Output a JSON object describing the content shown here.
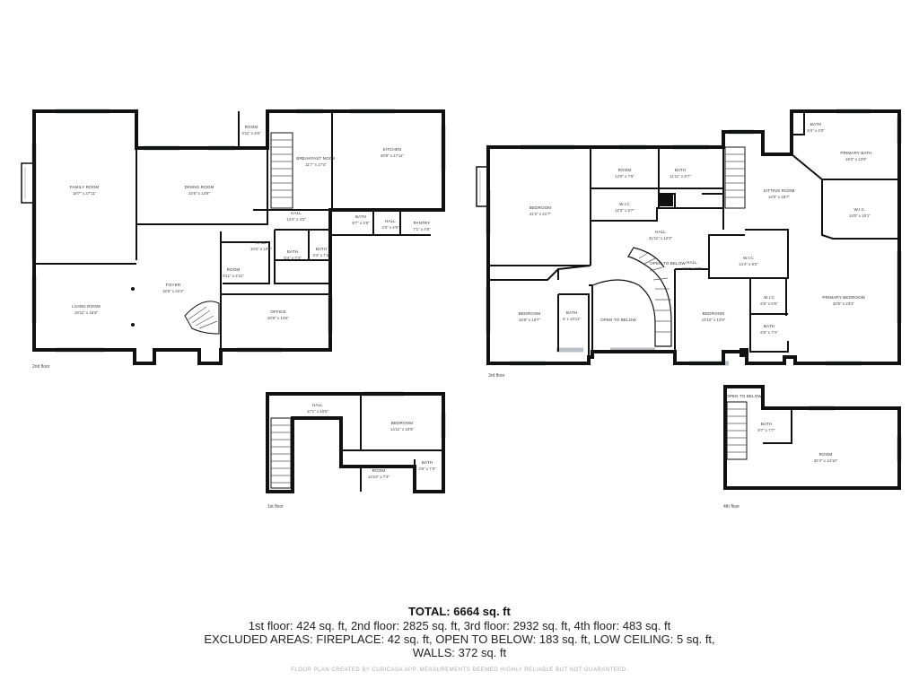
{
  "floors": {
    "f2": {
      "label": "2nd floor",
      "rooms": [
        {
          "name": "FAMILY ROOM",
          "dims": "18'7\" x 27'11\""
        },
        {
          "name": "DINING ROOM",
          "dims": "24'6\" x 14'8\""
        },
        {
          "name": "ROOM",
          "dims": "4'11\" x 6'6\""
        },
        {
          "name": "BREAKFAST NOOK",
          "dims": "11'7\" x 17'4\""
        },
        {
          "name": "KITCHEN",
          "dims": "20'9\" x 17'11\""
        },
        {
          "name": "HALL",
          "dims": "14'4\" x 4'2\""
        },
        {
          "name": "BATH",
          "dims": "8'7\" x 4'6\""
        },
        {
          "name": "HALL",
          "dims": "4'3\" x 4'6\""
        },
        {
          "name": "PANTRY",
          "dims": "7'1\" x 4'6\""
        },
        {
          "name": "HALL",
          "dims": "10'4\" x 10'0\""
        },
        {
          "name": "BATH",
          "dims": "6'4\" x 7'4\""
        },
        {
          "name": "BATH",
          "dims": "3'4\" x 7'4\""
        },
        {
          "name": "ROOM",
          "dims": "5'11\" x 4'11\""
        },
        {
          "name": "FOYER",
          "dims": "15'5\" x 22'2\""
        },
        {
          "name": "LIVING ROOM",
          "dims": "18'11\" x 15'8\""
        },
        {
          "name": "OFFICE",
          "dims": "20'8\" x 14'6\""
        }
      ]
    },
    "f3": {
      "label": "3rd floor",
      "rooms": [
        {
          "name": "BEDROOM",
          "dims": "21'2\" x 21'7\""
        },
        {
          "name": "ROOM",
          "dims": "12'0\" x 7'6\""
        },
        {
          "name": "BATH",
          "dims": "11'11\" x 8'7\""
        },
        {
          "name": "W.I.C",
          "dims": "12'3\" x 5'7\""
        },
        {
          "name": "BATH",
          "dims": "5'4\" x 4'0\""
        },
        {
          "name": "PRIMARY BATH",
          "dims": "19'3\" x 12'6\""
        },
        {
          "name": "SITTING ROOM",
          "dims": "14'0\" x 18'7\""
        },
        {
          "name": "W.I.C.",
          "dims": "14'0\" x 10'1\""
        },
        {
          "name": "HALL",
          "dims": "31'11\" x 12'3\""
        },
        {
          "name": "OPEN TO BELOW",
          "dims": ""
        },
        {
          "name": "W.I.C",
          "dims": "14'4\" x 8'2\""
        },
        {
          "name": "HALL",
          "dims": "5'11\" x 6'8\""
        },
        {
          "name": "BEDROOM",
          "dims": "16'8\" x 16'7\""
        },
        {
          "name": "BATH",
          "dims": "6' x 10'11\""
        },
        {
          "name": "OPEN TO BELOW",
          "dims": ""
        },
        {
          "name": "BEDROOM",
          "dims": "13'10\" x 12'9\""
        },
        {
          "name": "W.I.C",
          "dims": "6'5\" x 6'5\""
        },
        {
          "name": "BATH",
          "dims": "6'5\" x 7'4\""
        },
        {
          "name": "PRIMARY BEDROOM",
          "dims": "20'5\" x 23'4\""
        }
      ]
    },
    "f1": {
      "label": "1st floor",
      "rooms": [
        {
          "name": "HALL",
          "dims": "17'1\" x 10'5\""
        },
        {
          "name": "BEDROOM",
          "dims": "14'11\" x 10'5\""
        },
        {
          "name": "ROOM",
          "dims": "13'10\" x 7'3\""
        },
        {
          "name": "BATH",
          "dims": "4'8\" x 7'3\""
        }
      ]
    },
    "f4": {
      "label": "4th floor",
      "rooms": [
        {
          "name": "OPEN TO BELOW",
          "dims": ""
        },
        {
          "name": "BATH",
          "dims": "8'7\" x 7'7\""
        },
        {
          "name": "ROOM",
          "dims": "32'4\" x 14'10\""
        }
      ]
    }
  },
  "summary": {
    "total": "TOTAL: 6664 sq. ft",
    "line1": "1st floor: 424 sq. ft, 2nd floor: 2825 sq. ft, 3rd floor: 2932 sq. ft, 4th floor: 483 sq. ft",
    "line2": "EXCLUDED AREAS: FIREPLACE: 42 sq. ft, OPEN TO BELOW: 183 sq. ft, LOW CEILING: 5 sq. ft,",
    "line3": "WALLS: 372 sq. ft",
    "footer": "FLOOR PLAN CREATED BY CUBICASA APP. MEASUREMENTS DEEMED HIGHLY RELIABLE BUT NOT GUARANTEED."
  }
}
